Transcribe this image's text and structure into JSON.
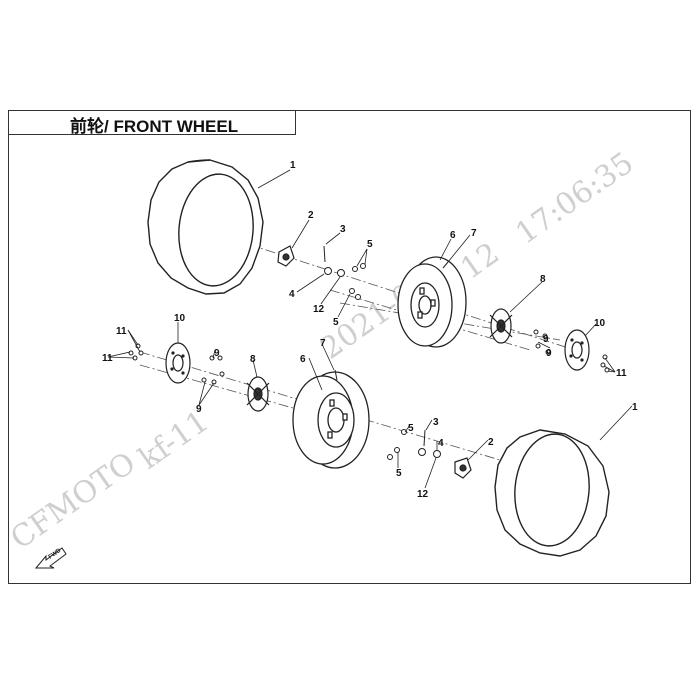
{
  "title": "前轮/ FRONT WHEEL",
  "callouts": [
    "1",
    "2",
    "3",
    "4",
    "5",
    "6",
    "7",
    "8",
    "9",
    "10",
    "11",
    "12"
  ],
  "watermark": {
    "brand": "CFMOTO",
    "code": "kf-11",
    "date": "2021-0",
    "date2": "12",
    "time": "17:06:35"
  },
  "direction_marker": "FWD",
  "colors": {
    "line": "#333333",
    "watermark": "#cfcfcf"
  }
}
